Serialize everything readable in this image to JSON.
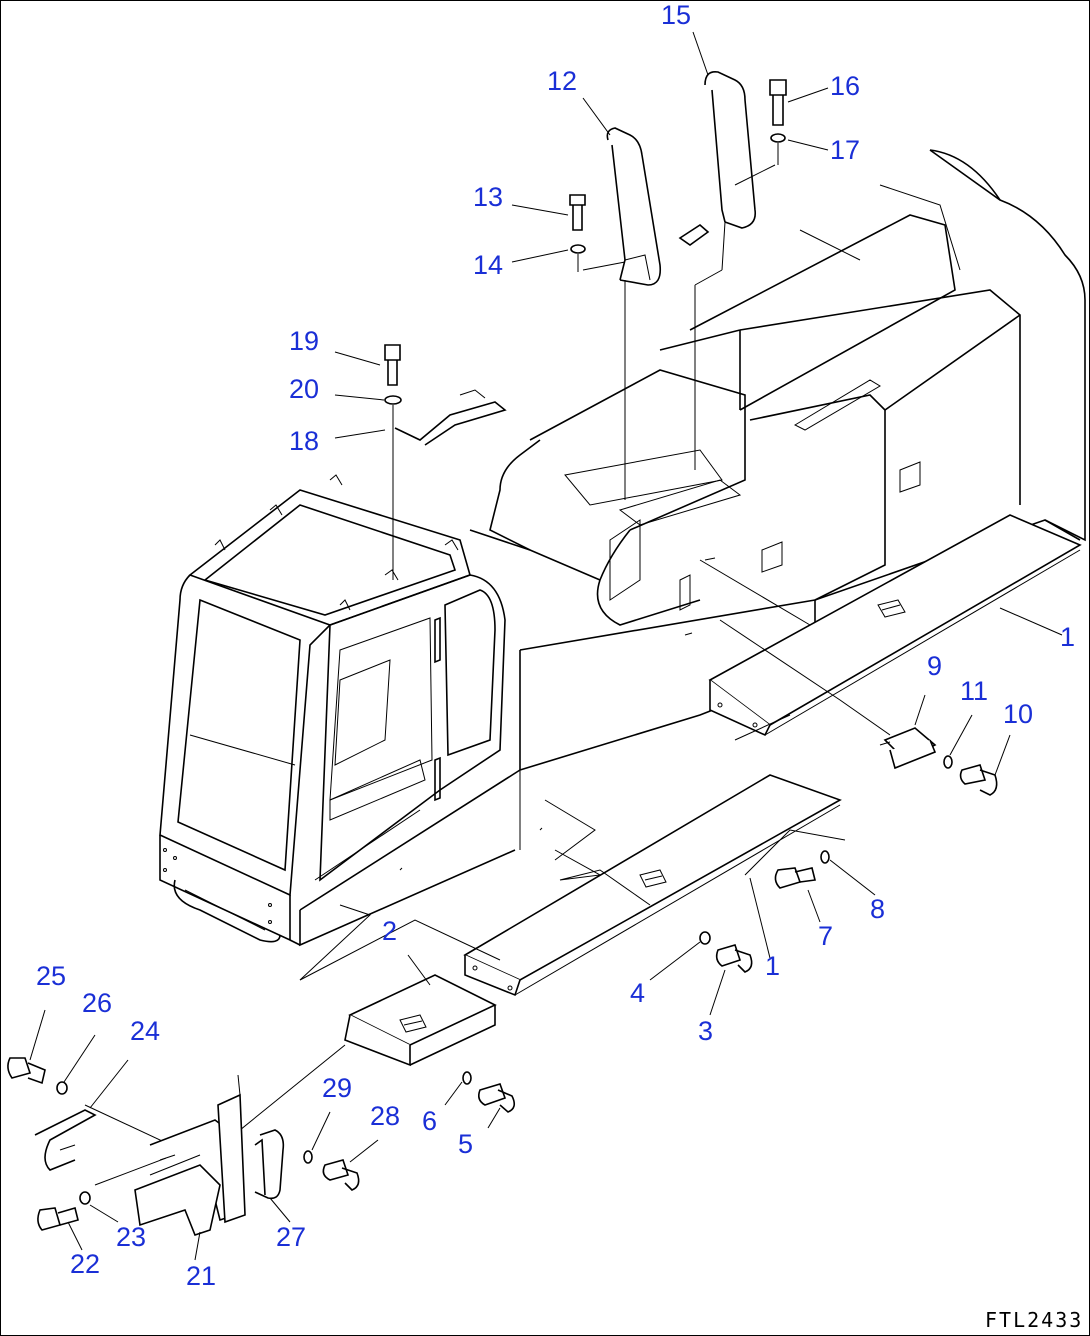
{
  "drawing_code": "FTL2433",
  "callouts": [
    {
      "id": "c1a",
      "label": "1"
    },
    {
      "id": "c1b",
      "label": "1"
    },
    {
      "id": "c2",
      "label": "2"
    },
    {
      "id": "c3",
      "label": "3"
    },
    {
      "id": "c4",
      "label": "4"
    },
    {
      "id": "c5",
      "label": "5"
    },
    {
      "id": "c6",
      "label": "6"
    },
    {
      "id": "c7",
      "label": "7"
    },
    {
      "id": "c8",
      "label": "8"
    },
    {
      "id": "c9",
      "label": "9"
    },
    {
      "id": "c10",
      "label": "10"
    },
    {
      "id": "c11",
      "label": "11"
    },
    {
      "id": "c12",
      "label": "12"
    },
    {
      "id": "c13",
      "label": "13"
    },
    {
      "id": "c14",
      "label": "14"
    },
    {
      "id": "c15",
      "label": "15"
    },
    {
      "id": "c16",
      "label": "16"
    },
    {
      "id": "c17",
      "label": "17"
    },
    {
      "id": "c18",
      "label": "18"
    },
    {
      "id": "c19",
      "label": "19"
    },
    {
      "id": "c20",
      "label": "20"
    },
    {
      "id": "c21",
      "label": "21"
    },
    {
      "id": "c22",
      "label": "22"
    },
    {
      "id": "c23",
      "label": "23"
    },
    {
      "id": "c24",
      "label": "24"
    },
    {
      "id": "c25",
      "label": "25"
    },
    {
      "id": "c26",
      "label": "26"
    },
    {
      "id": "c27",
      "label": "27"
    },
    {
      "id": "c28",
      "label": "28"
    },
    {
      "id": "c29",
      "label": "29"
    }
  ],
  "colors": {
    "callout": "#1a2fd6",
    "line": "#000000",
    "background": "#ffffff"
  }
}
